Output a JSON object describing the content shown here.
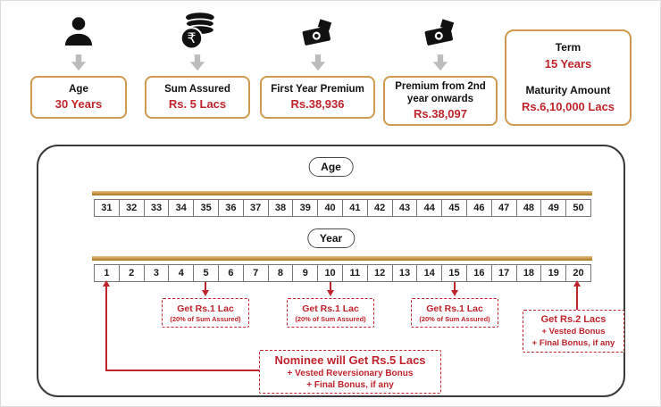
{
  "colors": {
    "accent_red": "#c0242c",
    "gold": "#cf9b52",
    "arrow_gray": "#bcbcbc",
    "panel_border": "#3a3a3a"
  },
  "top_row": {
    "items": [
      {
        "icon": "person-icon",
        "label": "Age",
        "value": "30 Years"
      },
      {
        "icon": "rupee-coins-icon",
        "label": "Sum Assured",
        "value": "Rs. 5 Lacs"
      },
      {
        "icon": "cash-icon",
        "label": "First Year Premium",
        "value": "Rs.38,936"
      },
      {
        "icon": "cash-icon",
        "label": "Premium from 2nd year onwards",
        "value": "Rs.38,097"
      }
    ],
    "summary": {
      "term_label": "Term",
      "term_value": "15 Years",
      "maturity_label": "Maturity Amount",
      "maturity_value": "Rs.6,10,000 Lacs"
    }
  },
  "timeline": {
    "age_axis_label": "Age",
    "ages": [
      "31",
      "32",
      "33",
      "34",
      "35",
      "36",
      "37",
      "38",
      "39",
      "40",
      "41",
      "42",
      "43",
      "44",
      "45",
      "46",
      "47",
      "48",
      "49",
      "50"
    ],
    "year_axis_label": "Year",
    "years": [
      "1",
      "2",
      "3",
      "4",
      "5",
      "6",
      "7",
      "8",
      "9",
      "10",
      "11",
      "12",
      "13",
      "14",
      "15",
      "16",
      "17",
      "18",
      "19",
      "20"
    ],
    "survival_benefits": [
      {
        "title": "Get Rs.1 Lac",
        "subtitle": "(20% of Sum Assured)",
        "at_year": "5"
      },
      {
        "title": "Get Rs.1 Lac",
        "subtitle": "(20% of Sum Assured)",
        "at_year": "10"
      },
      {
        "title": "Get Rs.1 Lac",
        "subtitle": "(20% of Sum Assured)",
        "at_year": "15"
      }
    ],
    "maturity_benefit": {
      "line1": "Get Rs.2 Lacs",
      "line2": "+ Vested Bonus",
      "line3": "+ Final Bonus, if any"
    },
    "death_benefit": {
      "line1": "Nominee will Get Rs.5 Lacs",
      "line2": "+ Vested Reversionary Bonus",
      "line3": "+ Final Bonus, if any"
    }
  }
}
